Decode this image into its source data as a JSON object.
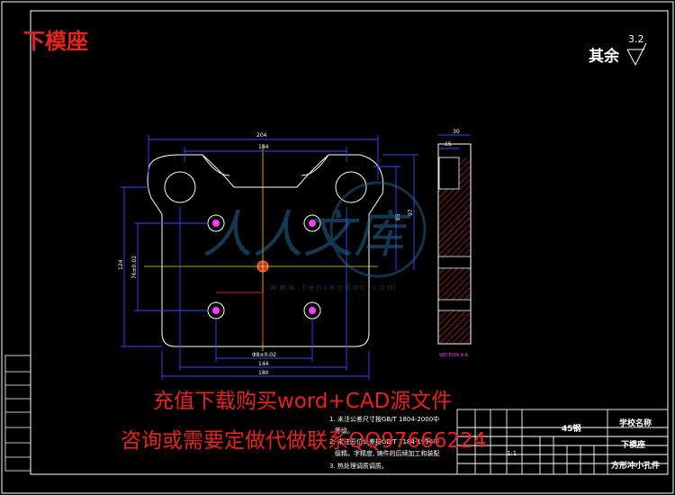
{
  "title": "下模座",
  "roughness": {
    "label": "其余",
    "value": "3.2"
  },
  "dimensions": {
    "top_total": "204",
    "top_inner": "144",
    "bottom_inner": "144",
    "bottom_total": "180",
    "hole_spacing": "Φ8±0.02",
    "left_height": "124",
    "left_inner": "76±0.02",
    "right_inner": "85",
    "right_total": "97",
    "side_width": "30",
    "side_step": "15"
  },
  "section_label": "SECTION A-A",
  "watermark": {
    "text": "人人文库",
    "url": "w w w . r e n r e n d o c . c o m"
  },
  "promo": {
    "line1": "充值下载购买word+CAD源文件",
    "line2": "咨询或需要定做代做联系QQ97666224"
  },
  "notes": [
    "1. 未注公差尺寸按GB/T 1804-2000中",
    "等级。",
    "2. 未注形位公差按GB/T 1184-1996中",
    "级精。字精度, 铸件的后续加工和装配",
    "3. 热处理调质调质。"
  ],
  "title_block": {
    "material": "45钢",
    "school": "学校名称",
    "part_name": "下模座",
    "drawing_name": "方形冲小孔件",
    "scale": "1:1"
  }
}
